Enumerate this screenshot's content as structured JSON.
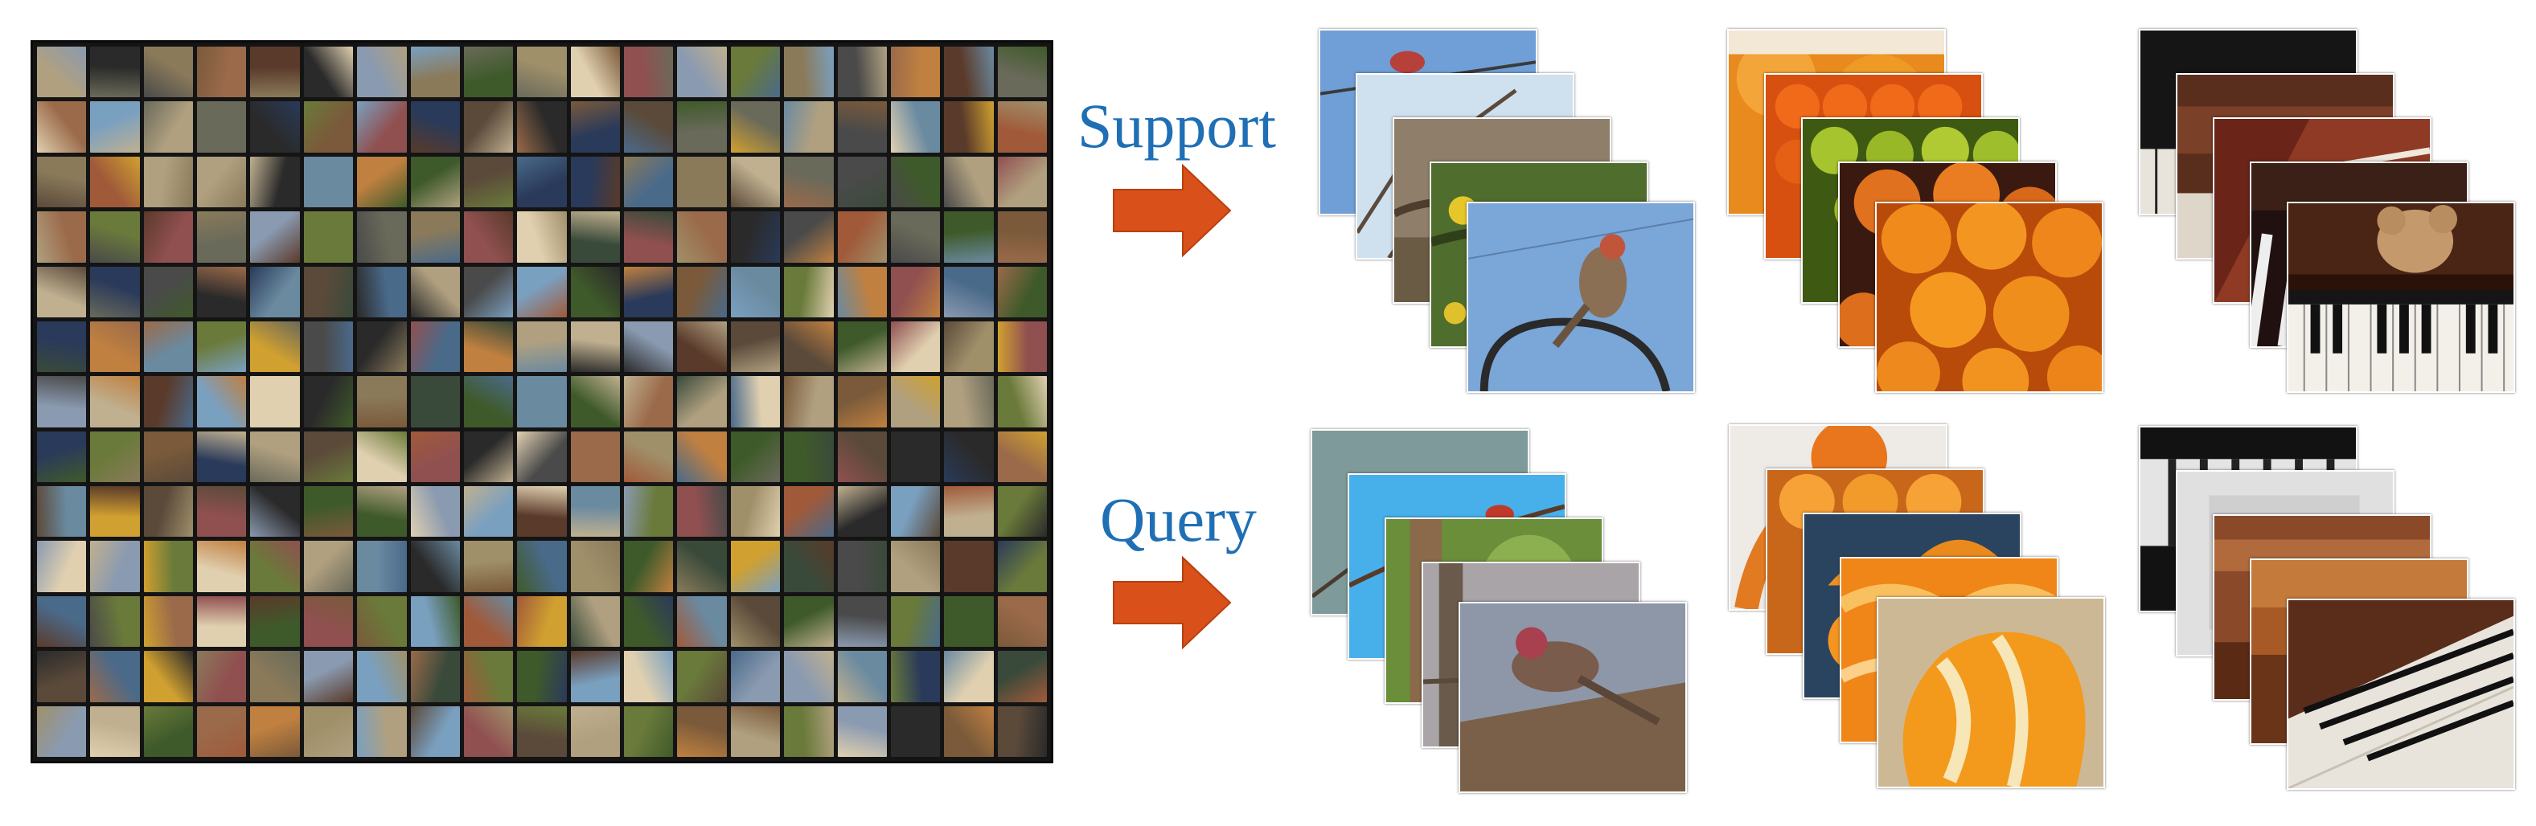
{
  "labels": {
    "support": "Support",
    "query": "Query"
  },
  "colors": {
    "label_text": "#1f6fb5",
    "arrow_fill": "#d9501a",
    "mosaic_background": "#141414",
    "card_border": "#ffffff"
  },
  "icons": {
    "arrow": "right-arrow-icon"
  },
  "mosaic": {
    "columns": 19,
    "rows": 13
  },
  "sets": [
    {
      "name": "support",
      "classes": [
        "bird",
        "orange",
        "piano"
      ]
    },
    {
      "name": "query",
      "classes": [
        "bird",
        "orange",
        "piano"
      ]
    }
  ]
}
